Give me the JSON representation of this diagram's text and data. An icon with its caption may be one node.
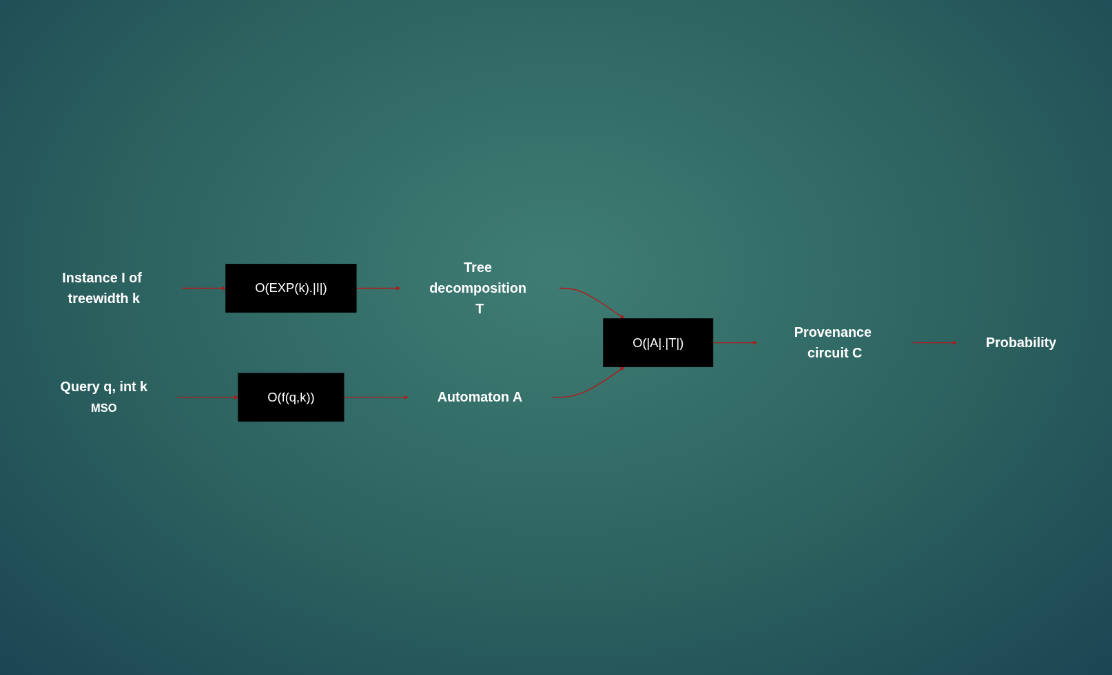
{
  "diagram": {
    "nodes": [
      {
        "text": [
          "Instance I of treewidth k"
        ]
      },
      {
        "text": [
          "O(EXP(k).|I|)"
        ]
      },
      {
        "text": [
          "Tree decomposition T"
        ]
      },
      {
        "text": [
          "O(|A|.|T|)"
        ]
      },
      {
        "text": [
          "Query q, int k"
        ],
        "beside": [
          "MSO"
        ]
      },
      {
        "text": [
          "O(f(q,k))"
        ]
      },
      {
        "text": [
          "Automaton A"
        ]
      },
      {
        "text": [
          "Provenance circuit C"
        ]
      },
      {
        "text": [
          "Probability"
        ]
      }
    ],
    "edges": [
      {
        "from": 0,
        "to": 1,
        "arrow": "to"
      },
      {
        "from": 1,
        "to": 2,
        "arrow": "to"
      },
      {
        "from": 2,
        "to": 3,
        "arrow": "to"
      },
      {
        "from": 4,
        "to": 5,
        "arrow": "to"
      },
      {
        "from": 5,
        "to": 6,
        "arrow": "to"
      },
      {
        "from": 6,
        "to": 3,
        "arrow": "to"
      },
      {
        "from": 3,
        "to": 7,
        "arrow": "to"
      },
      {
        "from": 7,
        "to": 8,
        "arrow": "to"
      }
    ]
  }
}
